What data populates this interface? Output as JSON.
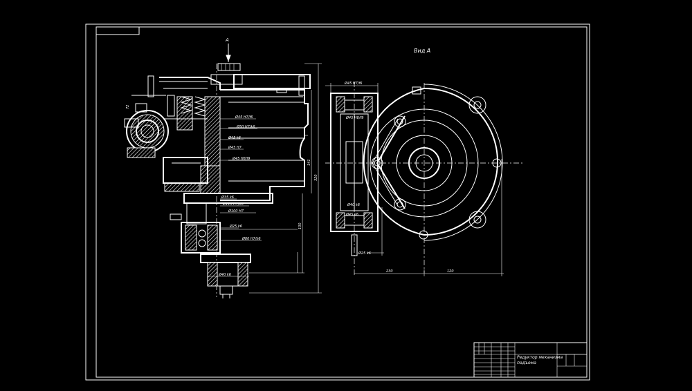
{
  "drawing": {
    "view_label": "Вид А",
    "section_marker": "А",
    "title_block": {
      "name_line1": "Редуктор механизма",
      "name_line2": "подъема"
    },
    "dimension_texts": [
      "Ø45 Н7/f6",
      "Ø50 Н7/k6",
      "Ø45 k6",
      "Ø45 Н7",
      "Ø45 Н8/f9",
      "Ø35 k6",
      "Ø120 Н7/k6",
      "Ø100 Н7",
      "Ø25 k6",
      "Ø80 Н7/k6",
      "Ø40 k6",
      "230",
      "120",
      "Ø25 k6",
      "320",
      "141",
      "100",
      "72"
    ]
  }
}
